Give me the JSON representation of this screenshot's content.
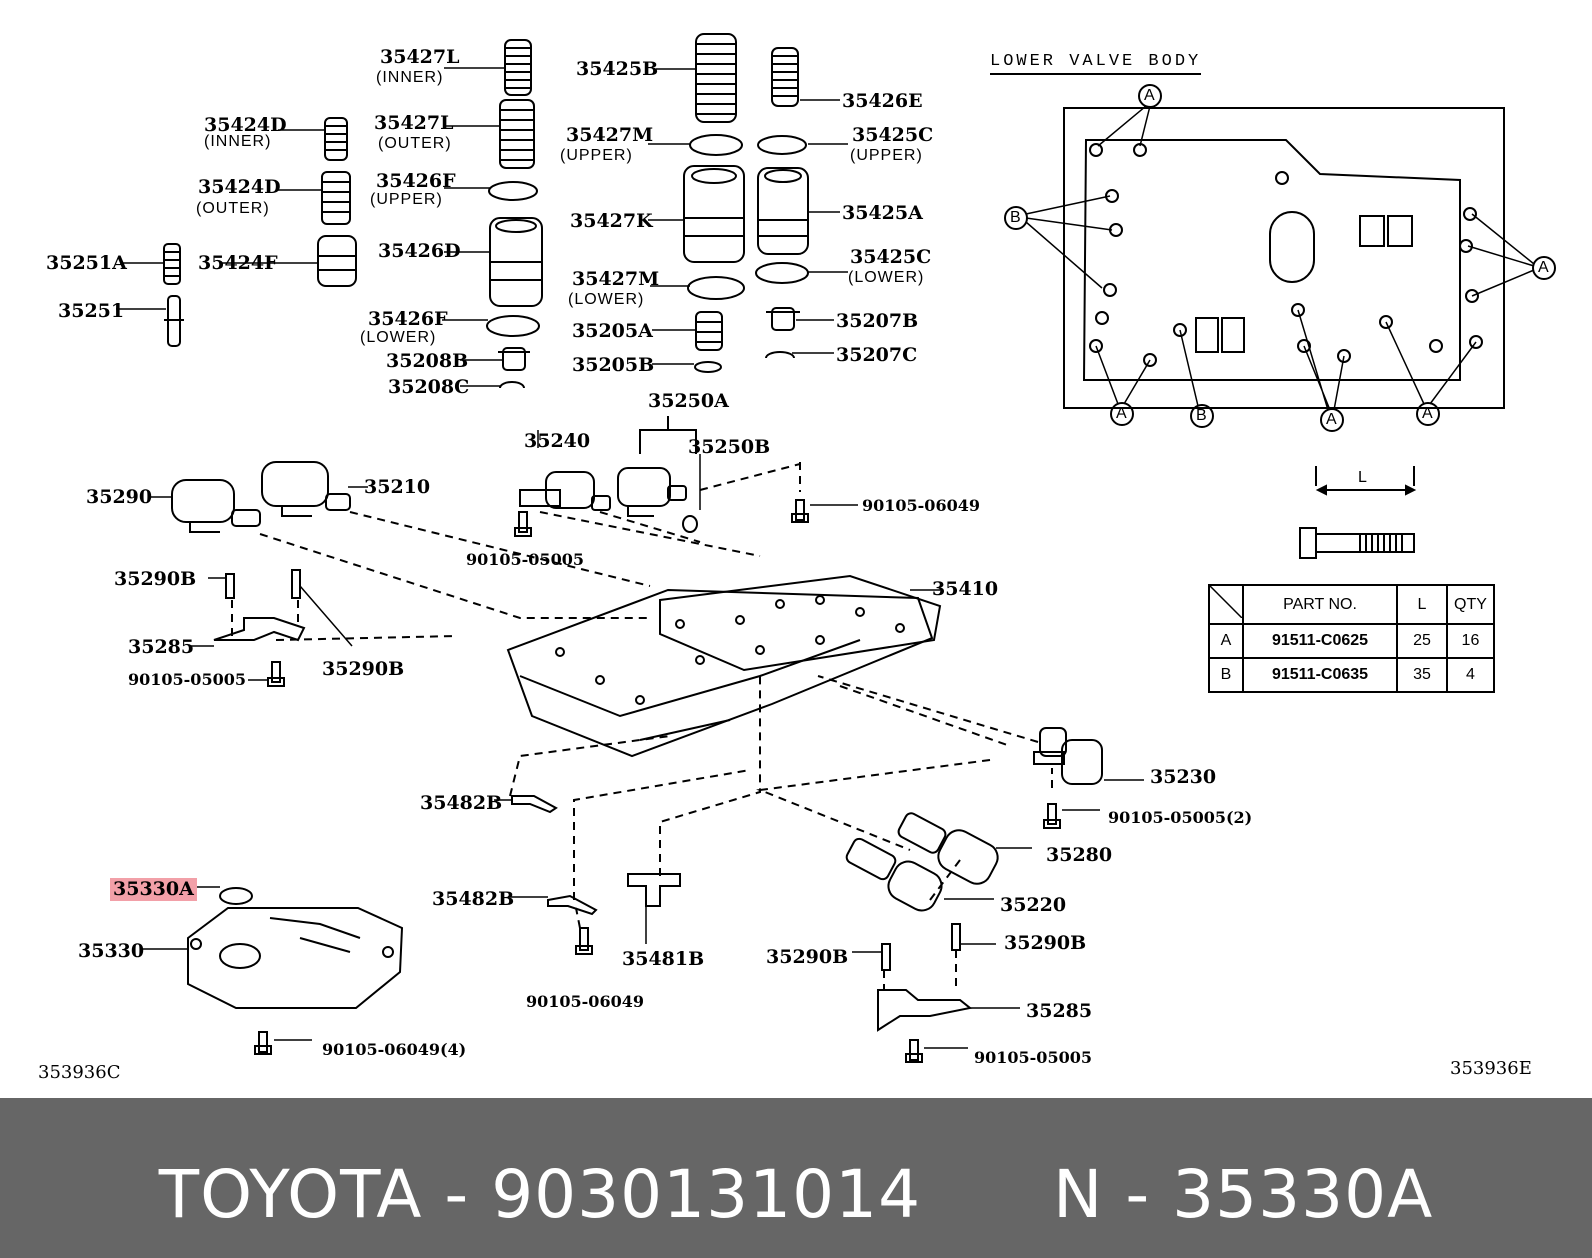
{
  "diagram": {
    "section_title": "LOWER VALVE BODY",
    "labels": {
      "l35427L_1": "35427L",
      "l35427L_1_sub": "(INNER)",
      "l35427L_2": "35427L",
      "l35427L_2_sub": "(OUTER)",
      "l35424D_1": "35424D",
      "l35424D_1_sub": "(INNER)",
      "l35424D_2": "35424D",
      "l35424D_2_sub": "(OUTER)",
      "l35251A": "35251A",
      "l35424F": "35424F",
      "l35251": "35251",
      "l35426F_1": "35426F",
      "l35426F_1_sub": "(UPPER)",
      "l35426D": "35426D",
      "l35426F_2": "35426F",
      "l35426F_2_sub": "(LOWER)",
      "l35208B": "35208B",
      "l35208C": "35208C",
      "l35425B": "35425B",
      "l35427M_1": "35427M",
      "l35427M_1_sub": "(UPPER)",
      "l35427K": "35427K",
      "l35427M_2": "35427M",
      "l35427M_2_sub": "(LOWER)",
      "l35205A": "35205A",
      "l35205B": "35205B",
      "l35426E": "35426E",
      "l35425C_1": "35425C",
      "l35425C_1_sub": "(UPPER)",
      "l35425A": "35425A",
      "l35425C_2": "35425C",
      "l35425C_2_sub": "(LOWER)",
      "l35207B": "35207B",
      "l35207C": "35207C",
      "l35250A": "35250A",
      "l35240": "35240",
      "l35250B": "35250B",
      "l90105_06049_a": "90105-06049",
      "l90105_05005_a": "90105-05005",
      "l35290": "35290",
      "l35210": "35210",
      "l35410": "35410",
      "l35290B_1": "35290B",
      "l35285_1": "35285",
      "l90105_05005_b": "90105-05005",
      "l35290B_2": "35290B",
      "l35230": "35230",
      "l90105_05005_2": "90105-05005(2)",
      "l35482B_1": "35482B",
      "l35280": "35280",
      "l35330A": "35330A",
      "l35482B_2": "35482B",
      "l35220": "35220",
      "l35330": "35330",
      "l35481B": "35481B",
      "l35290B_3": "35290B",
      "l35290B_4": "35290B",
      "l90105_06049_b": "90105-06049",
      "l35285_2": "35285",
      "l90105_06049_4": "90105-06049(4)",
      "l90105_05005_c": "90105-05005",
      "code_left": "353936C",
      "code_right": "353936E",
      "dim_L": "L",
      "callout_A": "A",
      "callout_B": "B"
    },
    "highlight_part": "35330A",
    "highlight_color": "#f2a0a8"
  },
  "table": {
    "headers": [
      "PART NO.",
      "L",
      "QTY"
    ],
    "rows": [
      {
        "key": "A",
        "part": "91511-C0625",
        "l": "25",
        "qty": "16"
      },
      {
        "key": "B",
        "part": "91511-C0635",
        "l": "35",
        "qty": "4"
      }
    ]
  },
  "footer": {
    "text": "TOYOTA - 9030131014      N - 35330A",
    "background": "#666666"
  }
}
